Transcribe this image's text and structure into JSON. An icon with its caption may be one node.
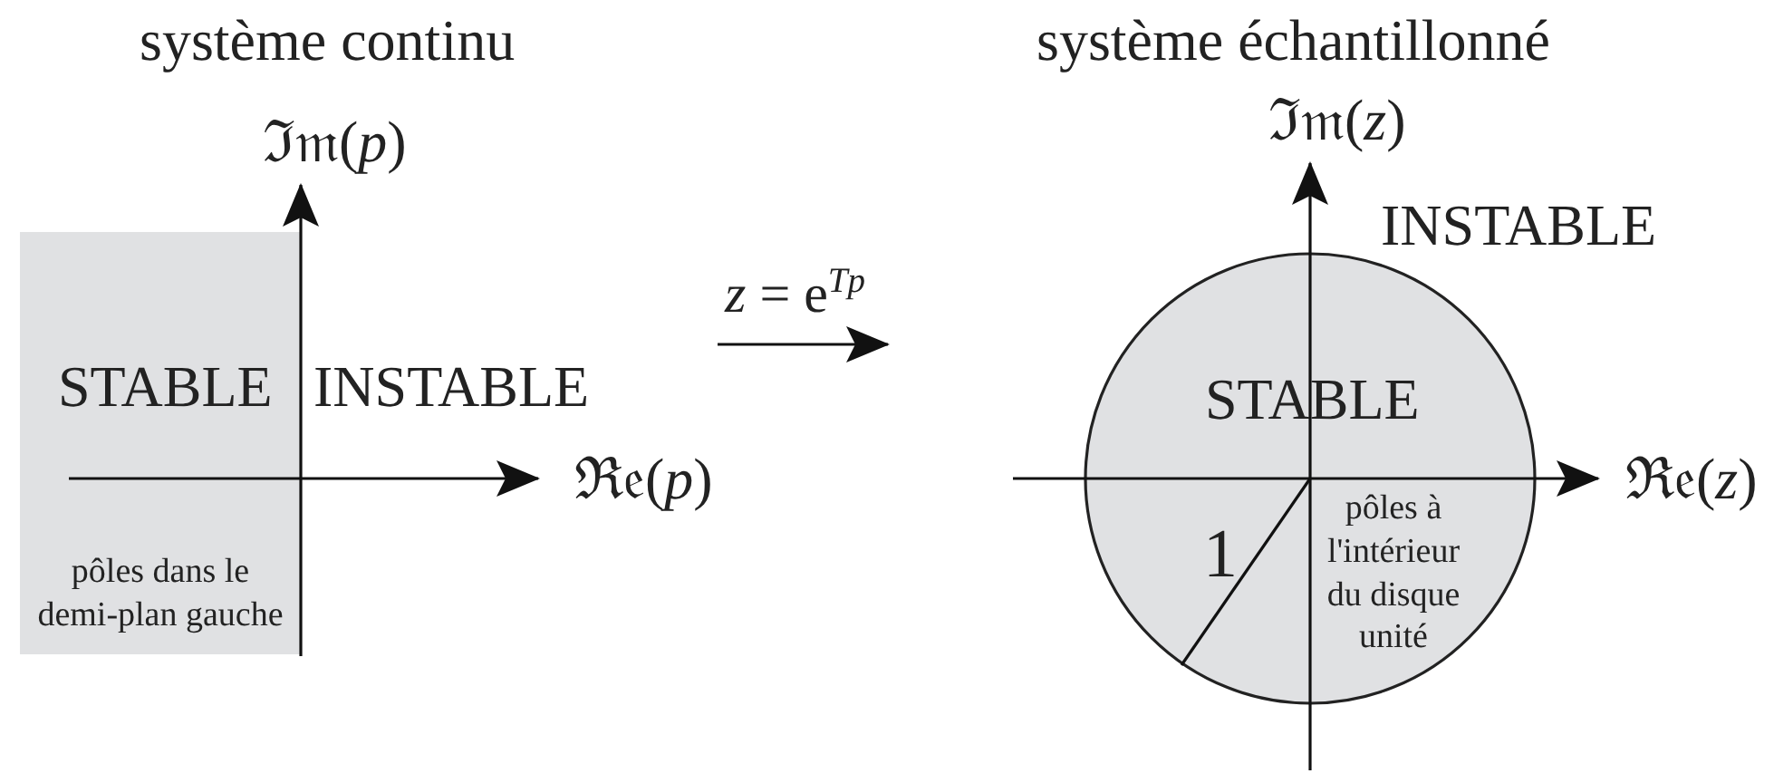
{
  "diagram": {
    "nodes": [
      {
        "text": [
          "système continu"
        ]
      },
      {
        "text": [
          "système échantillonné"
        ]
      },
      {
        "text": [
          "STABLE",
          "pôles dans le demi-plan gauche"
        ],
        "in": 0
      },
      {
        "text": [
          "STABLE",
          "pôles à l'intérieur du disque unité"
        ],
        "in": 1
      }
    ],
    "edges": [
      {
        "from": 0,
        "to": 1,
        "arrow": "to",
        "label": "*z* = e$^{Tp}$"
      }
    ],
    "labels": [
      "ℑ𝔪(*p*)",
      "INSTABLE",
      "ℜ𝔢(*p*)",
      "ℑ𝔪(*z*)",
      "INSTABLE",
      "1",
      "ℜ𝔢(*z*)"
    ]
  }
}
